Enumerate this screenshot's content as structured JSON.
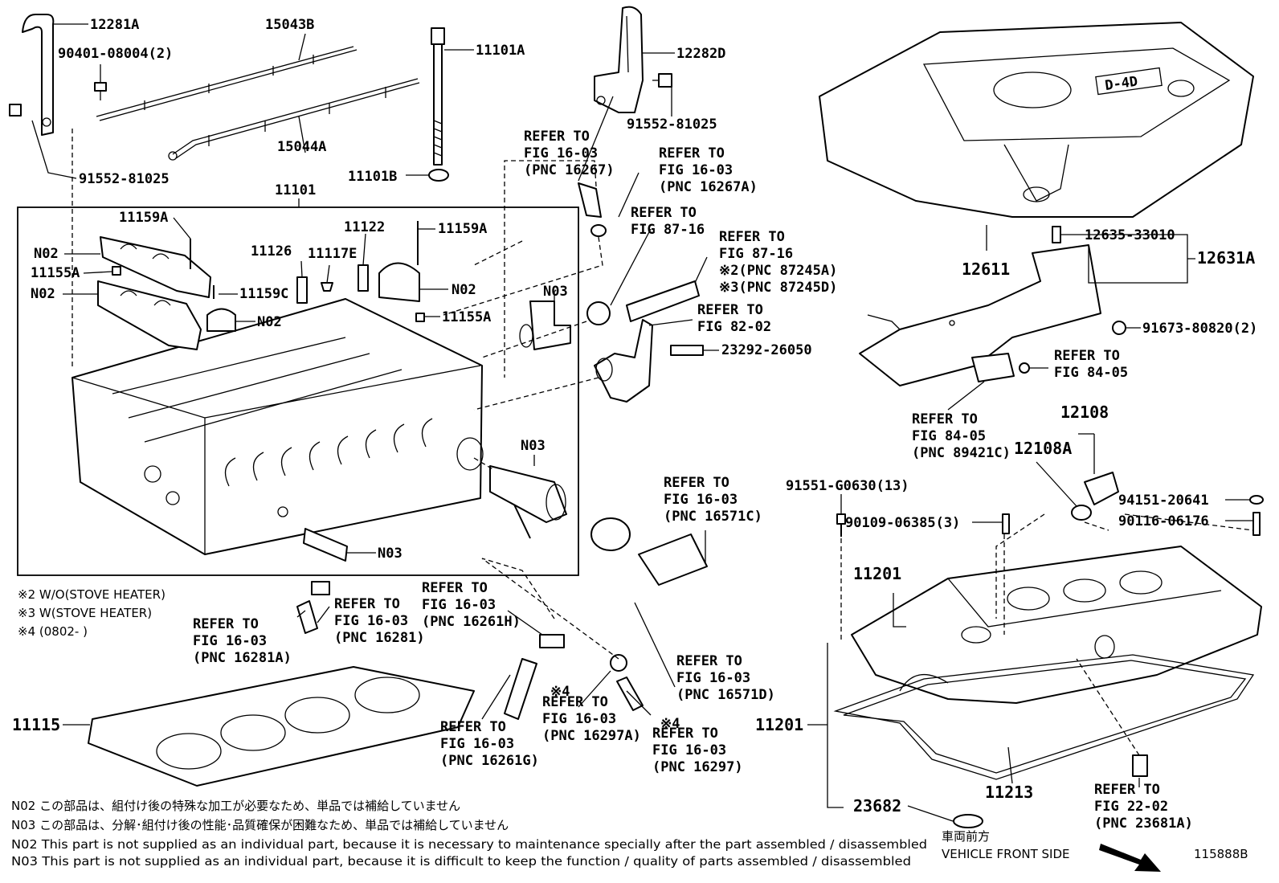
{
  "callouts": {
    "p12281A": "12281A",
    "p15043B": "15043B",
    "p90401": "90401-08004(2)",
    "p11101A": "11101A",
    "p12282D": "12282D",
    "p91552_r": "91552-81025",
    "p15044A": "15044A",
    "p91552_l": "91552-81025",
    "p11101B": "11101B",
    "p11101": "11101",
    "p11159A_l": "11159A",
    "p11122": "11122",
    "p11159A_r": "11159A",
    "p11126": "11126",
    "p11117E": "11117E",
    "pN02_a": "N02",
    "p11155A_l": "11155A",
    "pN02_b": "N02",
    "p11159C": "11159C",
    "pN02_c": "N02",
    "pN02_d": "N02",
    "p11155A_r": "11155A",
    "pN03_a": "N03",
    "p23292": "23292-26050",
    "pN03_b": "N03",
    "pN03_c": "N03",
    "p12611": "12611",
    "p12635": "12635-33010",
    "p12631A": "12631A",
    "p91673": "91673-80820(2)",
    "p12108": "12108",
    "p12108A": "12108A",
    "p91551": "91551-G0630(13)",
    "p90109": "90109-06385(3)",
    "p94151": "94151-20641",
    "p90116": "90116-06176",
    "p11201_t": "11201",
    "p11201_l": "11201",
    "p11115": "11115",
    "p11213": "11213",
    "p23682": "23682",
    "star4_a": "※4",
    "star4_b": "※4"
  },
  "refs": {
    "r1": [
      "REFER TO",
      "FIG 16-03",
      "(PNC 16267)"
    ],
    "r2": [
      "REFER TO",
      "FIG 16-03",
      "(PNC 16267A)"
    ],
    "r3": [
      "REFER TO",
      "FIG 87-16"
    ],
    "r4": [
      "REFER TO",
      "FIG 87-16",
      "※2(PNC 87245A)",
      "※3(PNC 87245D)"
    ],
    "r5": [
      "REFER TO",
      "FIG 82-02"
    ],
    "r6": [
      "REFER TO",
      "FIG 84-05"
    ],
    "r7": [
      "REFER TO",
      "FIG 84-05",
      "(PNC 89421C)"
    ],
    "r8": [
      "REFER TO",
      "FIG 16-03",
      "(PNC 16571C)"
    ],
    "r9": [
      "REFER TO",
      "FIG 16-03",
      "(PNC 16281A)"
    ],
    "r10": [
      "REFER TO",
      "FIG 16-03",
      "(PNC 16281)"
    ],
    "r11": [
      "REFER TO",
      "FIG 16-03",
      "(PNC 16261H)"
    ],
    "r12": [
      "REFER TO",
      "FIG 16-03",
      "(PNC 16571D)"
    ],
    "r13": [
      "REFER TO",
      "FIG 16-03",
      "(PNC 16297A)"
    ],
    "r14": [
      "REFER TO",
      "FIG 16-03",
      "(PNC 16297)"
    ],
    "r15": [
      "REFER TO",
      "FIG 16-03",
      "(PNC 16261G)"
    ],
    "r16": [
      "REFER TO",
      "FIG 22-02",
      "(PNC 23681A)"
    ]
  },
  "conditions": [
    "※2 W/O(STOVE HEATER)",
    "※3 W(STOVE HEATER)",
    "※4 (0802-     )"
  ],
  "footnotes": [
    "N02  この部品は、組付け後の特殊な加工が必要なため、単品では補給していません",
    "N03  この部品は、分解･組付け後の性能･品質確保が困難なため、単品では補給していません",
    "N02  This part is not supplied as an individual part, because it is necessary to maintenance specially after the part assembled / disassembled",
    "N03  This part is not supplied as an individual part, because it is difficult to keep the function / quality of parts  assembled / disassembled"
  ],
  "front": {
    "jp": "車両前方",
    "en": "VEHICLE FRONT SIDE"
  },
  "diagram_id": "115888B",
  "cover_badge": "D-4D"
}
